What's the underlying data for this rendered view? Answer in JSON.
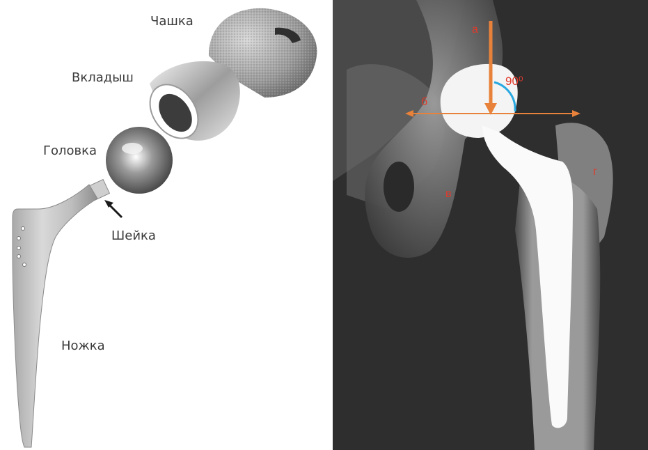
{
  "left_figure": {
    "labels": {
      "cup": "Чашка",
      "liner": "Вкладыш",
      "head": "Головка",
      "neck": "Шейка",
      "stem": "Ножка"
    }
  },
  "right_figure": {
    "labels": {
      "a": "а",
      "b": "б",
      "v": "в",
      "g": "г",
      "angle": "90⁰"
    },
    "colors": {
      "arrow": "#e8823a",
      "angle_arc": "#2aa8e0",
      "label": "#e23a2a"
    }
  }
}
